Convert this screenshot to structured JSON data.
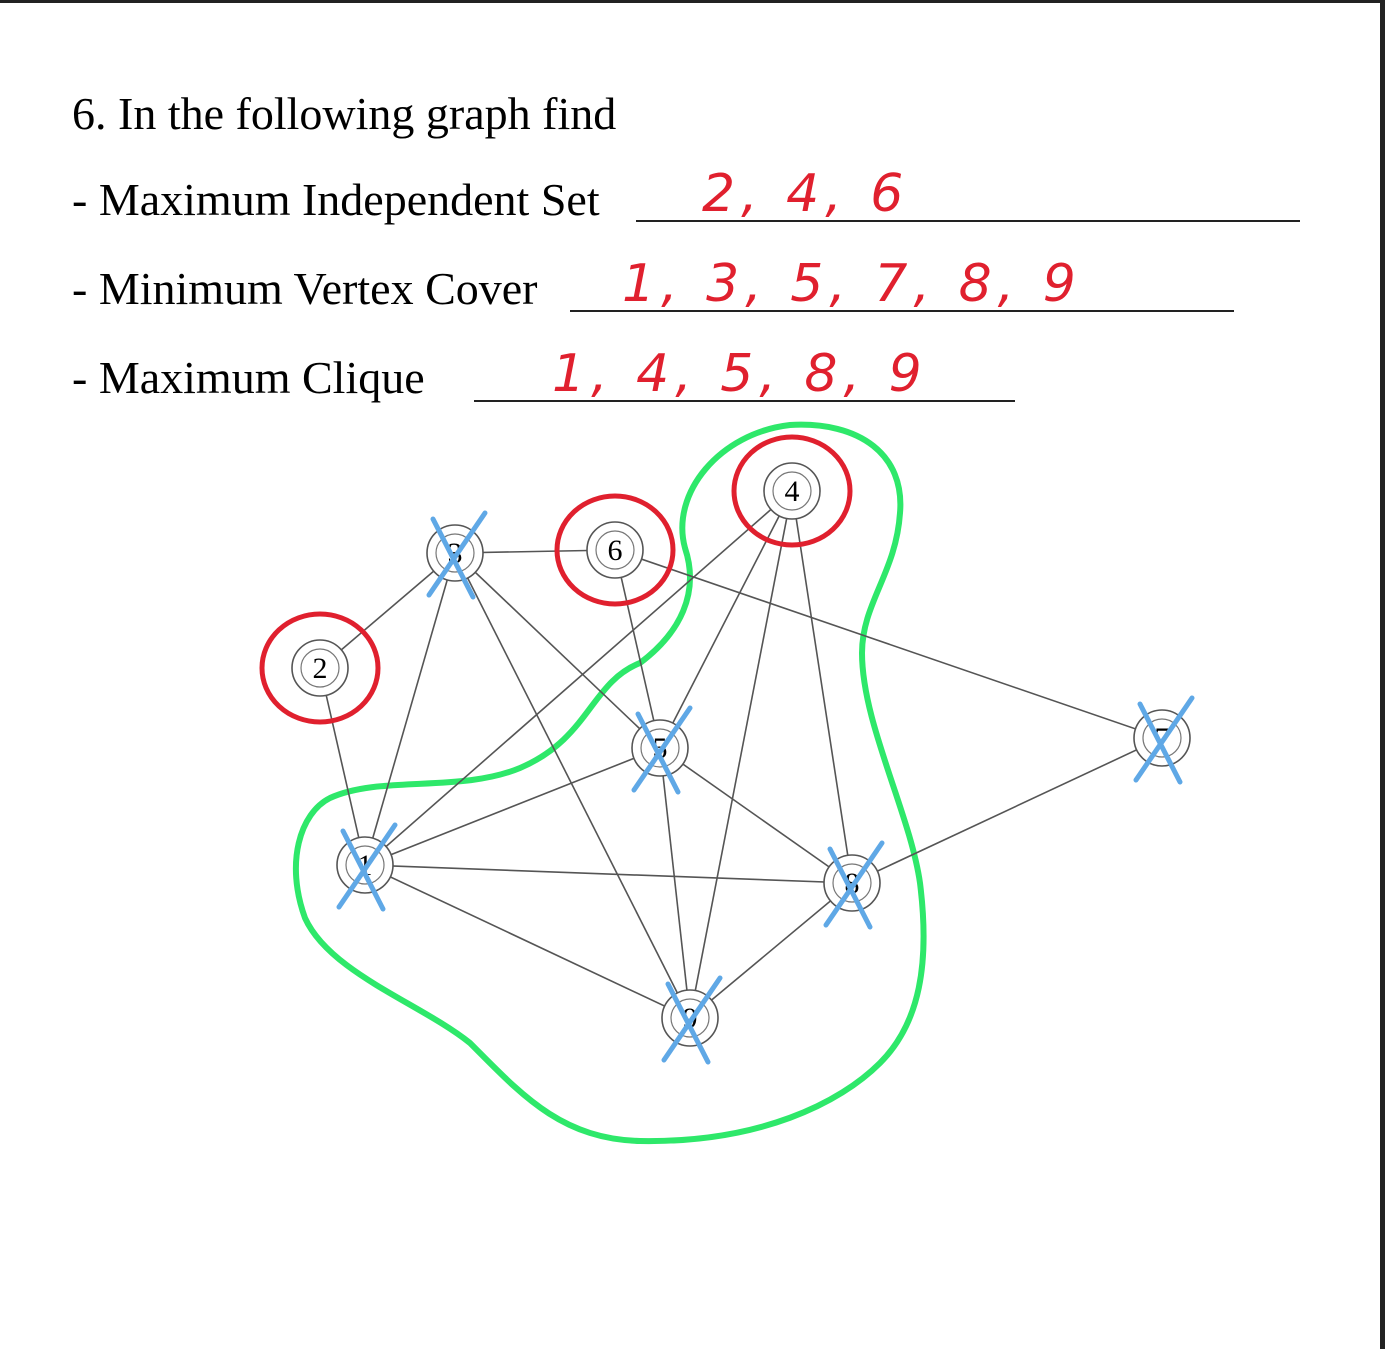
{
  "question": {
    "title": "6. In the following graph find",
    "items": [
      {
        "label": "- Maximum Independent Set",
        "answer": "2, 4, 6"
      },
      {
        "label": "- Minimum Vertex Cover",
        "answer": "1, 3, 5, 7, 8, 9"
      },
      {
        "label": "- Maximum Clique",
        "answer": "1, 4, 5, 8, 9"
      }
    ]
  },
  "graph": {
    "nodes": [
      {
        "id": "1",
        "label": "1",
        "status": "crossed"
      },
      {
        "id": "2",
        "label": "2",
        "status": "circled"
      },
      {
        "id": "3",
        "label": "3",
        "status": "crossed"
      },
      {
        "id": "4",
        "label": "4",
        "status": "circled"
      },
      {
        "id": "5",
        "label": "5",
        "status": "crossed"
      },
      {
        "id": "6",
        "label": "6",
        "status": "circled"
      },
      {
        "id": "7",
        "label": "7",
        "status": "crossed"
      },
      {
        "id": "8",
        "label": "8",
        "status": "crossed"
      },
      {
        "id": "9",
        "label": "9",
        "status": "crossed"
      }
    ],
    "edges": [
      [
        "2",
        "3"
      ],
      [
        "2",
        "1"
      ],
      [
        "3",
        "6"
      ],
      [
        "3",
        "1"
      ],
      [
        "3",
        "5"
      ],
      [
        "3",
        "9"
      ],
      [
        "6",
        "5"
      ],
      [
        "6",
        "7"
      ],
      [
        "4",
        "5"
      ],
      [
        "4",
        "1"
      ],
      [
        "4",
        "9"
      ],
      [
        "4",
        "8"
      ],
      [
        "5",
        "1"
      ],
      [
        "5",
        "8"
      ],
      [
        "5",
        "9"
      ],
      [
        "1",
        "8"
      ],
      [
        "1",
        "9"
      ],
      [
        "9",
        "8"
      ],
      [
        "8",
        "7"
      ]
    ],
    "clique_highlight": [
      "1",
      "4",
      "5",
      "8",
      "9"
    ]
  },
  "colors": {
    "red_annotation": "#e0202e",
    "blue_cross": "#5fa8e6",
    "green_outline": "#2ee86a",
    "edge": "#555555"
  }
}
